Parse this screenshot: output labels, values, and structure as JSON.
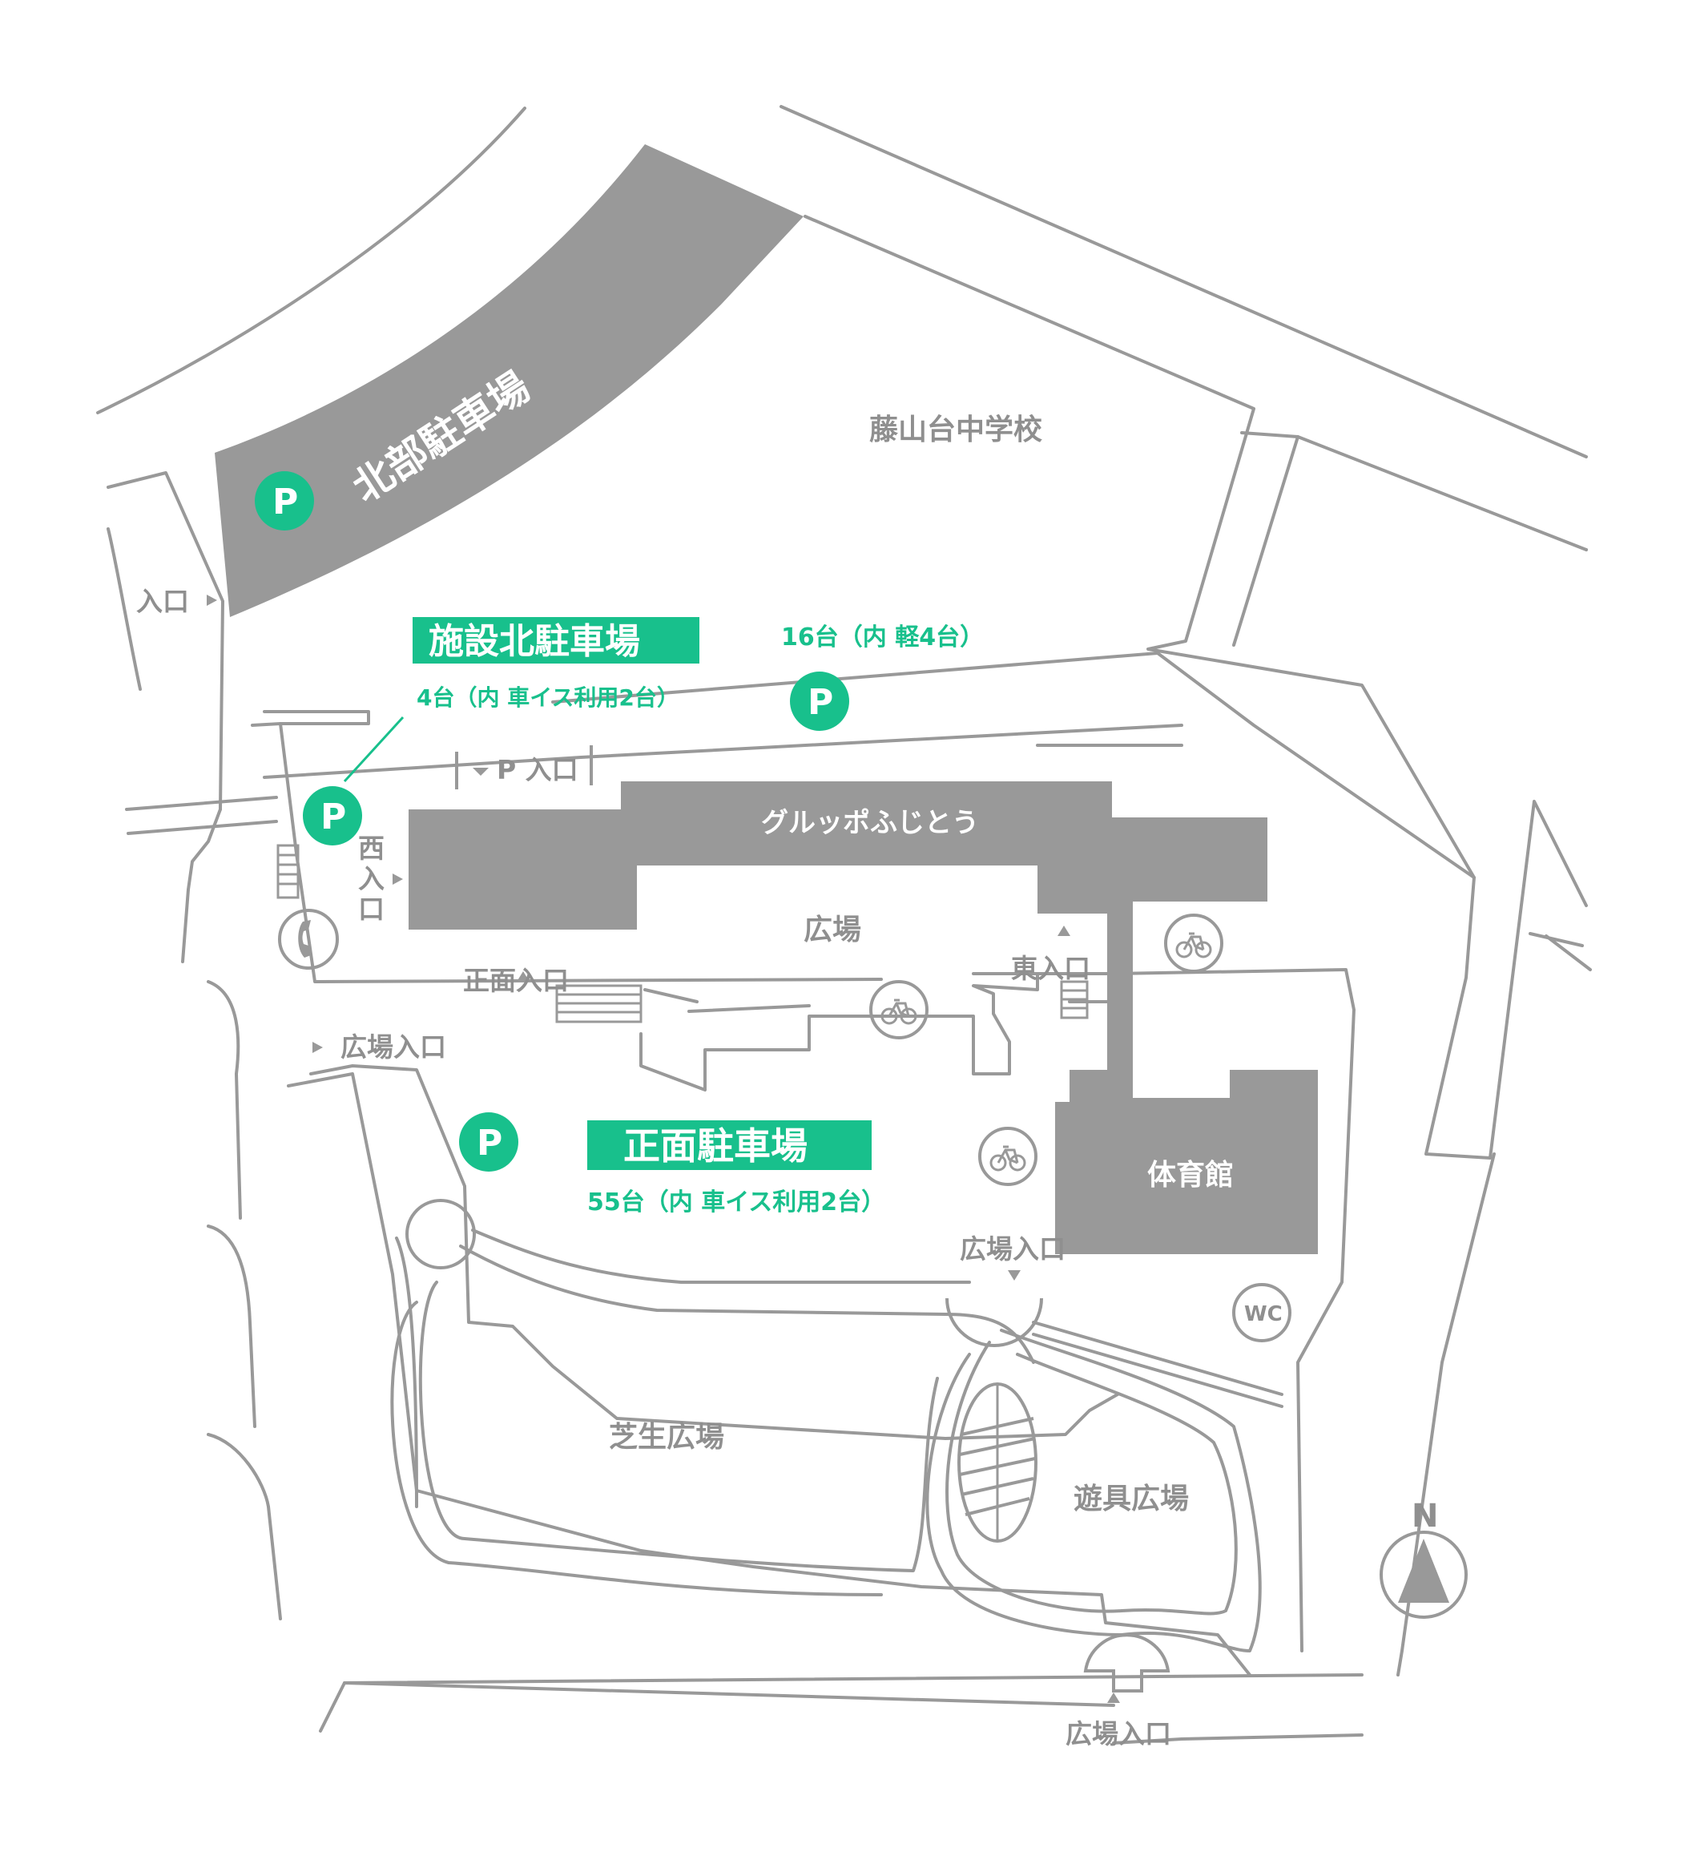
{
  "colors": {
    "accent_green": "#18c08c",
    "building_gray": "#999999",
    "label_gray": "#8f8f8f",
    "background": "#ffffff"
  },
  "parking": {
    "north_lot_label": "北部駐車場",
    "facility_north_label": "施設北駐車場",
    "facility_north_count_main": "16台（内 軽4台）",
    "facility_north_count_west": "4台（内 車イス利用2台）",
    "front_lot_label": "正面駐車場",
    "front_lot_count": "55台（内 車イス利用2台）",
    "p_symbol": "P"
  },
  "places": {
    "school": "藤山台中学校",
    "main_building": "グルッポふじとう",
    "gymnasium": "体育館",
    "plaza": "広場",
    "lawn_plaza": "芝生広場",
    "playground": "遊具広場"
  },
  "entrances": {
    "north_entrance": "入口",
    "parking_entrance": "P 入口",
    "west_entrance_1": "西",
    "west_entrance_2": "入",
    "west_entrance_3": "口",
    "front_entrance": "正面入口",
    "east_entrance": "東入口",
    "plaza_entrance_west": "広場入口",
    "plaza_entrance_center": "広場入口",
    "plaza_entrance_south": "広場入口"
  },
  "icons": {
    "restroom_label": "WC",
    "compass_label": "N",
    "bicycle_icon": "bicycle-icon",
    "phone_icon": "phone-icon"
  }
}
